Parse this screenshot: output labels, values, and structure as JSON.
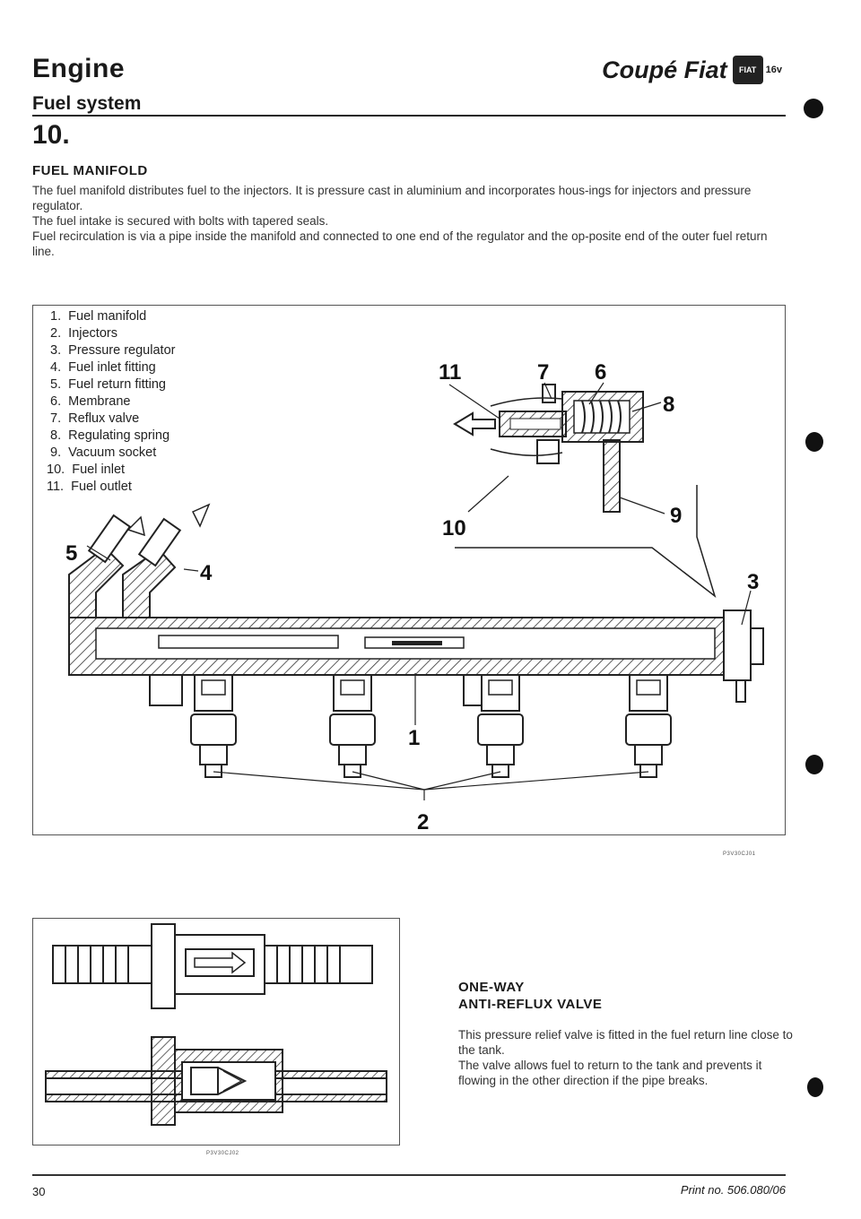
{
  "header": {
    "section": "Engine",
    "subsection": "Fuel system",
    "brand": "Coupé Fiat",
    "logo_text": "FIAT",
    "logo_suffix": "16v"
  },
  "section_number": "10.",
  "manifold": {
    "title": "FUEL MANIFOLD",
    "paragraphs": [
      "The fuel manifold distributes fuel to the injectors. It is pressure cast in aluminium and incorporates hous-ings for injectors and pressure regulator.",
      "The fuel intake is secured with bolts with tapered seals.",
      "Fuel recirculation is via a pipe inside the manifold and connected to one end of the regulator and the op-posite end of the outer fuel return line."
    ]
  },
  "figure1": {
    "legend": [
      " 1.  Fuel manifold",
      " 2.  Injectors",
      " 3.  Pressure regulator",
      " 4.  Fuel inlet fitting",
      " 5.  Fuel return fitting",
      " 6.  Membrane",
      " 7.  Reflux valve",
      " 8.  Regulating spring",
      " 9.  Vacuum socket",
      "10.  Fuel inlet",
      "11.  Fuel outlet"
    ],
    "callouts": {
      "c1": "1",
      "c2": "2",
      "c3": "3",
      "c4": "4",
      "c5": "5",
      "c6": "6",
      "c7": "7",
      "c8": "8",
      "c9": "9",
      "c10": "10",
      "c11": "11"
    },
    "code": "P3V30CJ01"
  },
  "figure2": {
    "code": "P3V30CJ02"
  },
  "valve": {
    "title_line1": "ONE-WAY",
    "title_line2": "ANTI-REFLUX VALVE",
    "paragraphs": [
      "This pressure relief valve is fitted in the fuel return line close to the tank.",
      "The valve allows fuel to return to the tank and prevents it flowing in the other direction if the pipe breaks."
    ]
  },
  "footer": {
    "page_number": "30",
    "print_no": "Print no. 506.080/06"
  }
}
